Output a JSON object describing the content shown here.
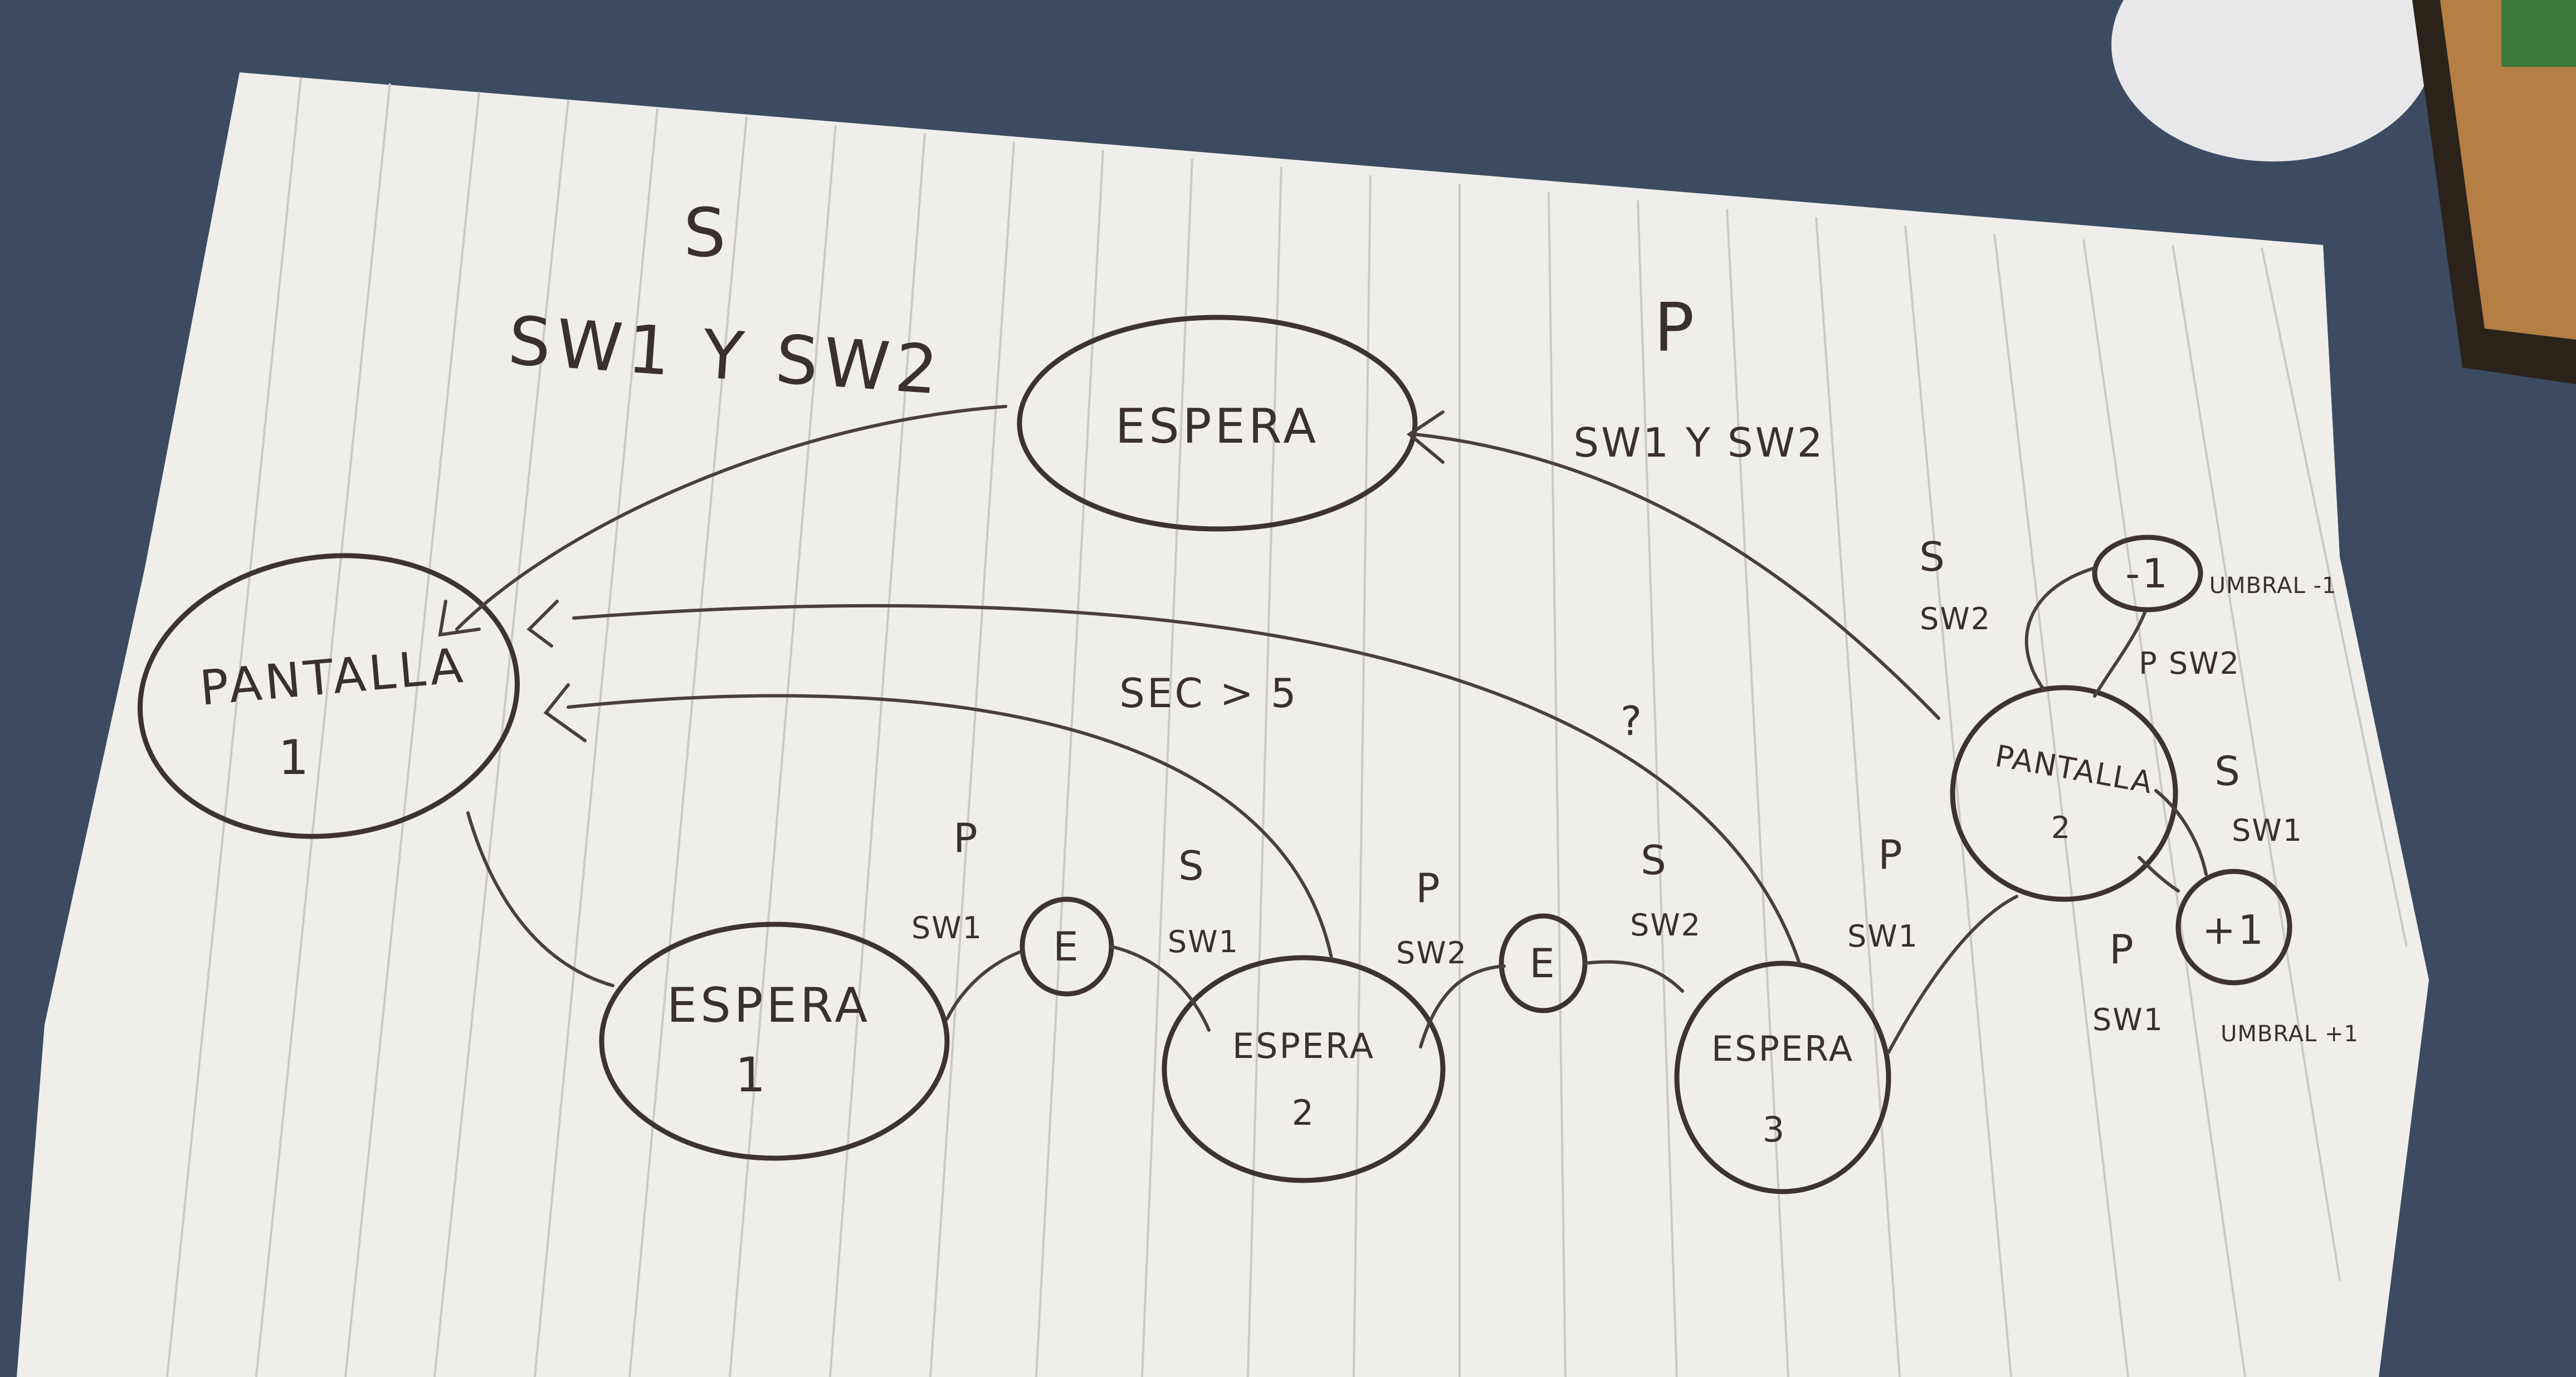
{
  "diagram": {
    "states": {
      "espera_top": "ESPERA",
      "pantalla1": [
        "PANTALLA",
        "1"
      ],
      "espera1": [
        "ESPERA",
        "1"
      ],
      "espera2": [
        "ESPERA",
        "2"
      ],
      "espera3": [
        "ESPERA",
        "3"
      ],
      "pantalla2": [
        "PANTALLA",
        "2"
      ],
      "epsilon_a": "E",
      "epsilon_b": "E",
      "minus1": "-1",
      "plus1": "+1"
    },
    "labels": {
      "top_left_s": "S",
      "top_left_cond": "SW1 Y SW2",
      "top_right_p": "P",
      "top_right_cond": "SW1 Y SW2",
      "sec_cond": "SEC > 5",
      "question": "?",
      "e1_to_eps_p": "P",
      "e1_to_eps_sw": "SW1",
      "eps_to_e2_s": "S",
      "eps_to_e2_sw": "SW1",
      "e2_to_eps_p": "P",
      "e2_to_eps_sw": "SW2",
      "eps_to_e3_s": "S",
      "eps_to_e3_sw": "SW2",
      "e3_to_p2_p": "P",
      "e3_to_p2_sw": "SW1",
      "p2_loop_s": "S",
      "p2_loop_sw": "SW2",
      "minus1_note": "UMBRAL -1",
      "psw2": "P SW2",
      "p2_s": "S",
      "p2_sw1": "SW1",
      "plus_p": "P",
      "plus_sw1": "SW1",
      "plus1_note": "UMBRAL +1"
    }
  }
}
